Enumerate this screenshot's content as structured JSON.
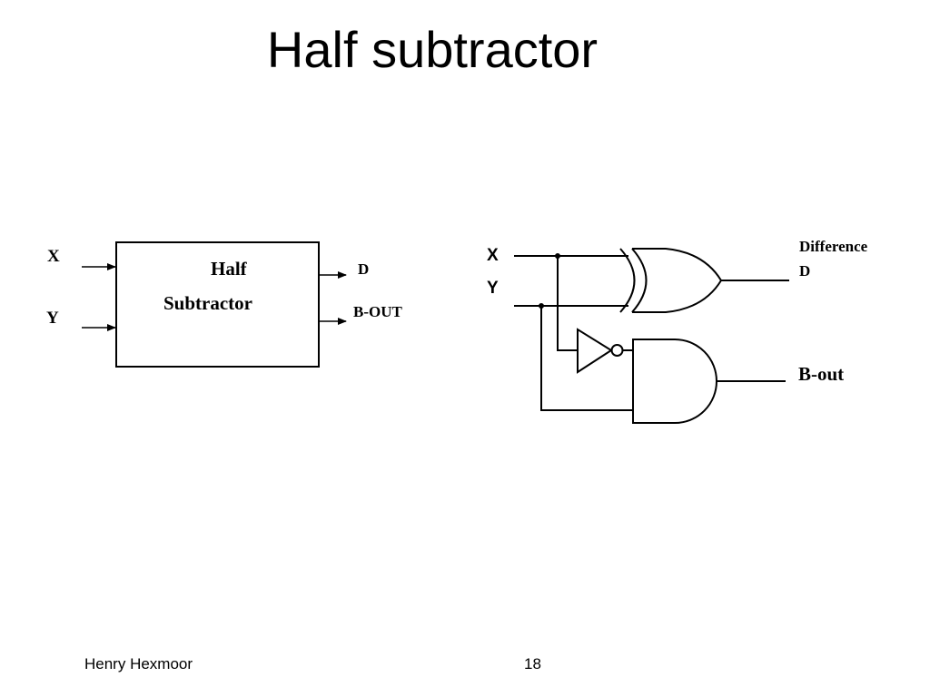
{
  "slide": {
    "title": "Half subtractor",
    "footer_author": "Henry Hexmoor",
    "page_number": "18"
  },
  "block_diagram": {
    "input_x": "X",
    "input_y": "Y",
    "box_line1": "Half",
    "box_line2": "Subtractor",
    "output_d": "D",
    "output_bout": "B-OUT"
  },
  "logic_circuit": {
    "input_x": "X",
    "input_y": "Y",
    "difference_label": "Difference",
    "difference_symbol": "D",
    "borrow_label": "B-out",
    "gates": [
      "xor-gate",
      "not-gate",
      "and-gate"
    ]
  }
}
